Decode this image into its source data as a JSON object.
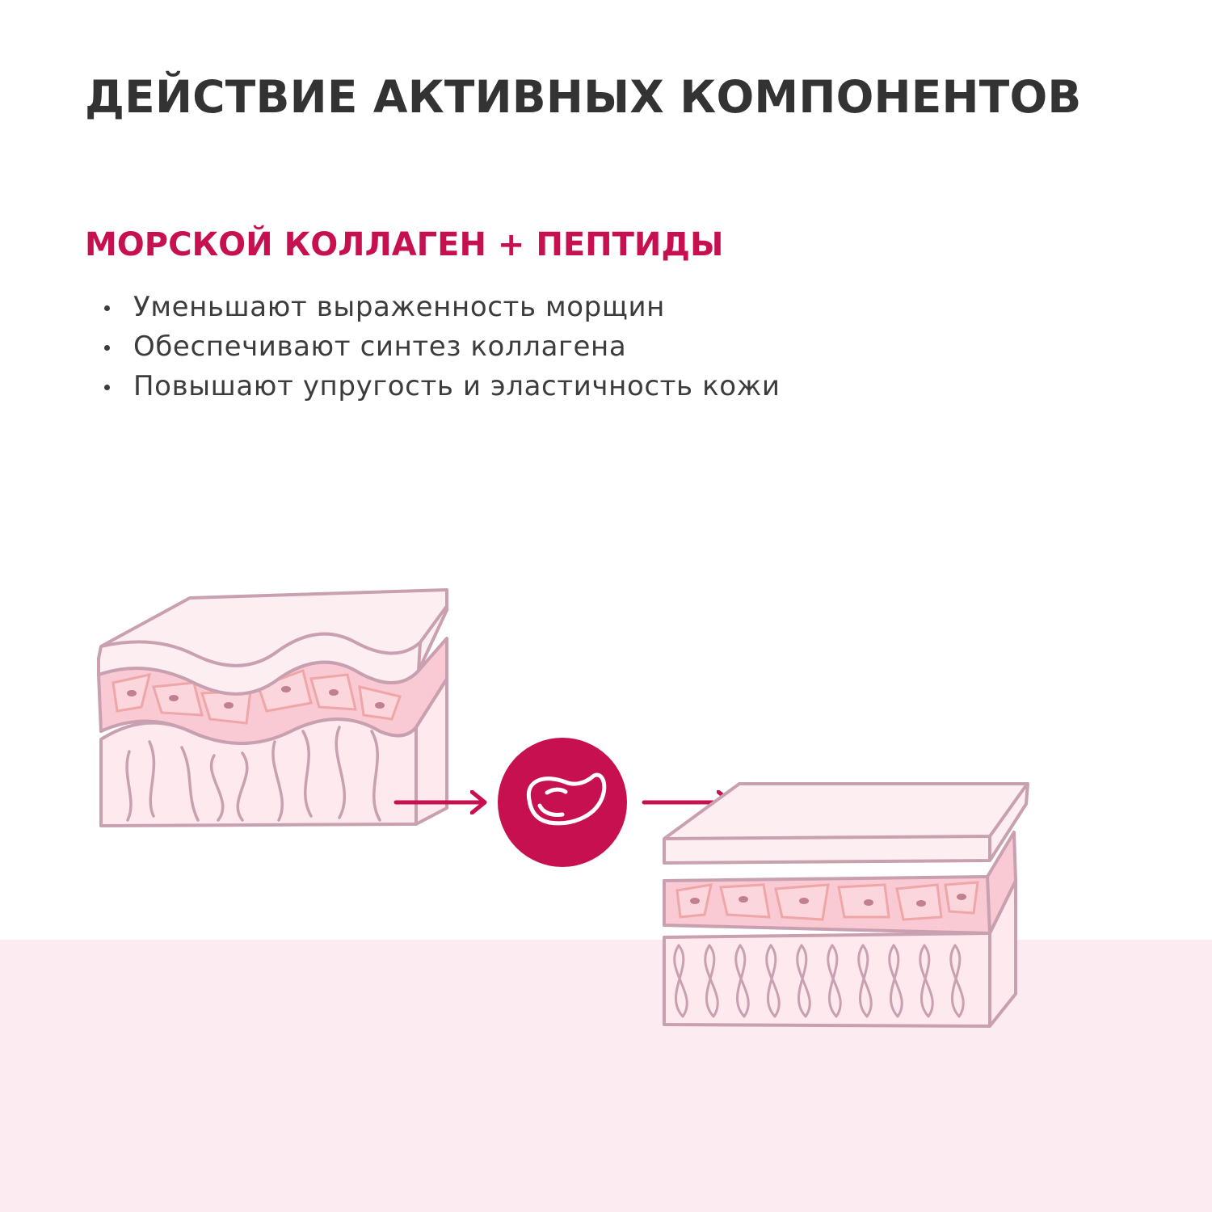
{
  "title": "ДЕЙСТВИЕ АКТИВНЫХ КОМПОНЕНТОВ",
  "section": {
    "heading": "МОРСКОЙ КОЛЛАГЕН + ПЕПТИДЫ",
    "benefits": [
      "Уменьшают выраженность морщин",
      "Обеспечивают синтез коллагена",
      "Повышают упругость и эластичность кожи"
    ]
  },
  "diagram": {
    "before_state": "wrinkled-skin-layers",
    "agent_icon": "collagen-drop-icon",
    "after_state": "smooth-skin-layers"
  },
  "colors": {
    "accent": "#c7104f",
    "title": "#333333",
    "text": "#3c3c3c",
    "outline": "#c9a0b0",
    "layer_fill": "#fde9ee",
    "cell_layer_fill": "#f9c9d4",
    "cell_outline": "#eea6a6",
    "nucleus": "#c08090",
    "band": "#fcebf0"
  }
}
